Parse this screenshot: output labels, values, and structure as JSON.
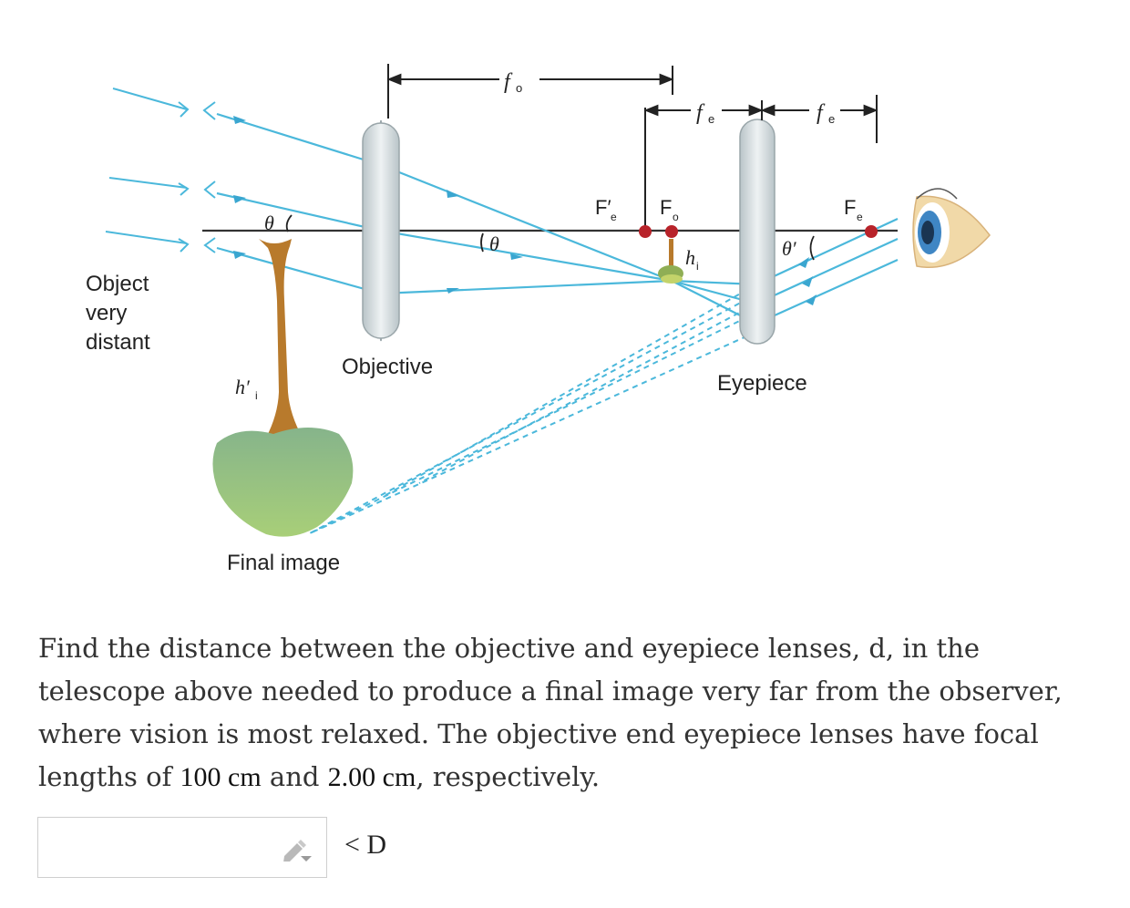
{
  "diagram": {
    "labels": {
      "object": [
        "Object",
        "very",
        "distant"
      ],
      "objective": "Objective",
      "eyepiece": "Eyepiece",
      "final_image": "Final image",
      "fo": "f",
      "fo_sub": "o",
      "fe1": "f",
      "fe1_sub": "e",
      "fe2": "f",
      "fe2_sub": "e",
      "Fe_prime": "F′",
      "Fe_prime_sub": "e",
      "Fo": "F",
      "Fo_sub": "o",
      "Fe": "F",
      "Fe_sub": "e",
      "theta_obj": "θ",
      "theta_mid": "θ",
      "theta_prime": "θ′",
      "hi": "h",
      "hi_sub": "i",
      "hi_prime": "h′",
      "hi_prime_sub": "i"
    },
    "colors": {
      "ray": "#4bb8db",
      "axis": "#333333",
      "focal_point": "#b8232a",
      "lens": "#d9e2e4",
      "trunk": "#b87a2c",
      "foliage": "#8fbd8e"
    }
  },
  "question": {
    "part1": "Find the distance between the objective and eyepiece lenses, d, in the telescope above needed to produce a final image very far from the observer, where vision is most relaxed. The objective end eyepiece lenses have focal lengths of ",
    "value1": "100 cm",
    "part2": " and ",
    "value2": "2.00 cm",
    "part3": ", respectively."
  },
  "answer": {
    "value": "",
    "unit_label": "< D"
  }
}
